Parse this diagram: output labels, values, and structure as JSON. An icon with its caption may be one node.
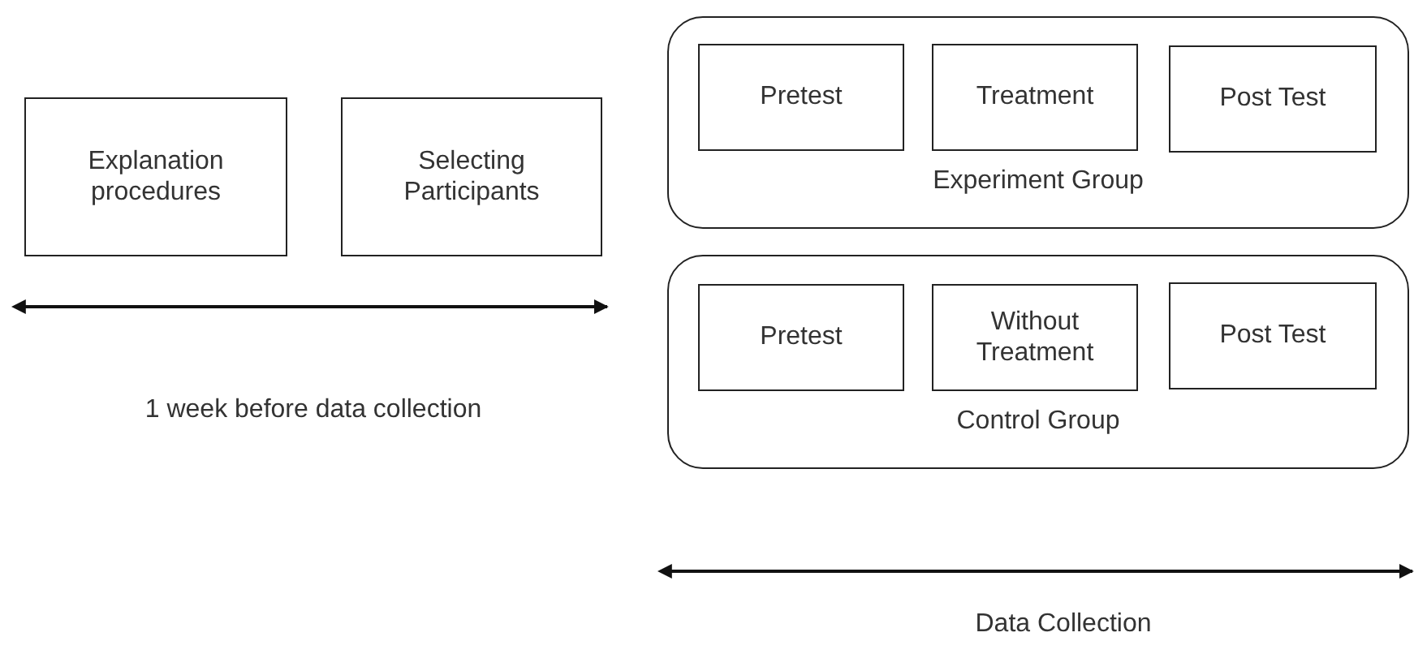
{
  "diagram": {
    "nodes": [
      {
        "text": [
          "Explanation procedures"
        ]
      },
      {
        "text": [
          "Selecting Participants"
        ]
      },
      {
        "text": [
          "Experiment Group"
        ]
      },
      {
        "text": [
          "Pretest"
        ],
        "in": 2
      },
      {
        "text": [
          "Treatment"
        ],
        "in": 2
      },
      {
        "text": [
          "Post Test"
        ],
        "in": 2
      },
      {
        "text": [
          "Control Group"
        ]
      },
      {
        "text": [
          "Pretest"
        ],
        "in": 6
      },
      {
        "text": [
          "Without Treatment"
        ],
        "in": 6
      },
      {
        "text": [
          "Post Test"
        ],
        "in": 6
      }
    ],
    "labels": [
      "1 week before data collection",
      "Data Collection"
    ]
  }
}
